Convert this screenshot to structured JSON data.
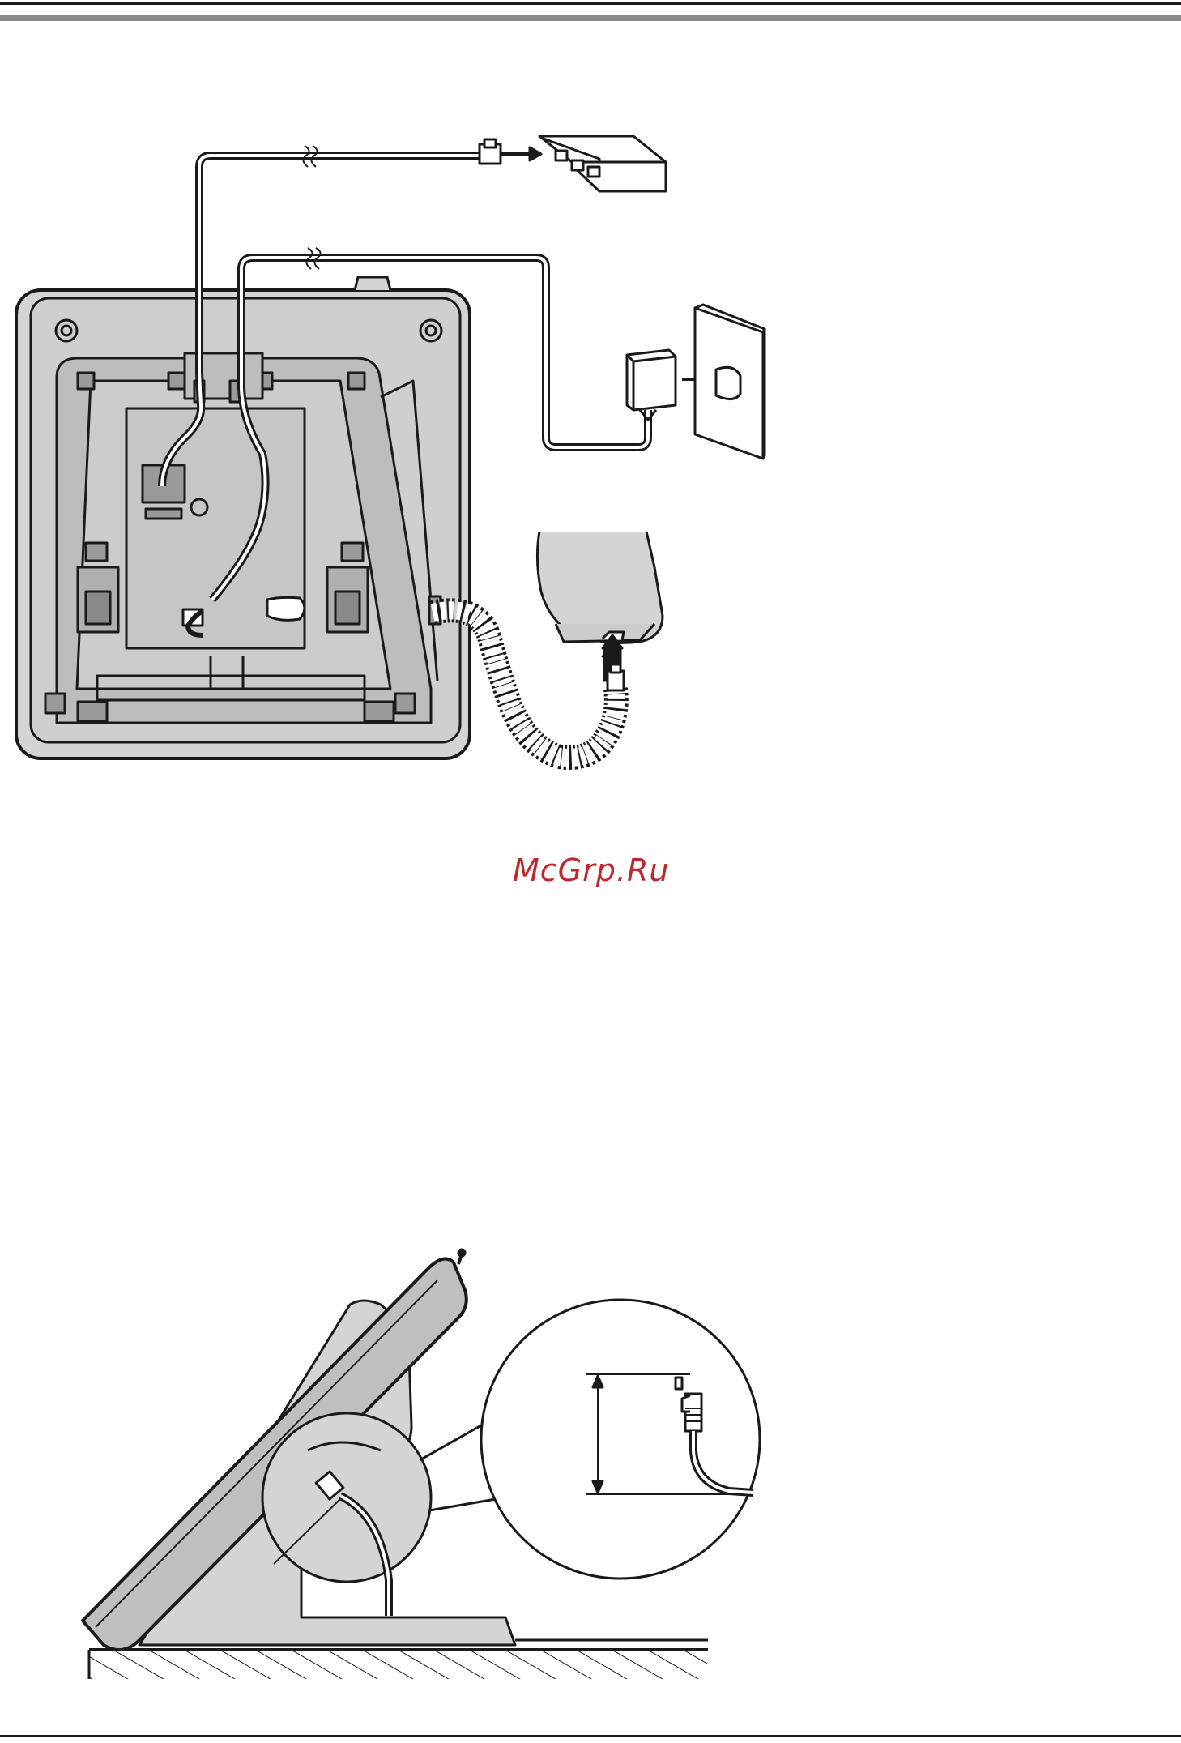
{
  "watermark": {
    "text": "McGrp.Ru",
    "color": "#c0272d"
  },
  "figures": [
    {
      "id": "connection-diagram",
      "shows": [
        "phone-base-underside",
        "lan-cable",
        "switching-hub",
        "ac-adaptor",
        "power-outlet",
        "handset",
        "coiled-handset-cord"
      ]
    },
    {
      "id": "side-view-diagram",
      "shows": [
        "phone-side-profile",
        "stand",
        "cable-clearance-callout",
        "dimension-arrow",
        "desk-surface"
      ]
    }
  ],
  "colors": {
    "line": "#1a1a1a",
    "fill_gray": "#d4d4d4",
    "fill_dark": "#9a9a9a",
    "header_rule": "#8a8a8a"
  }
}
